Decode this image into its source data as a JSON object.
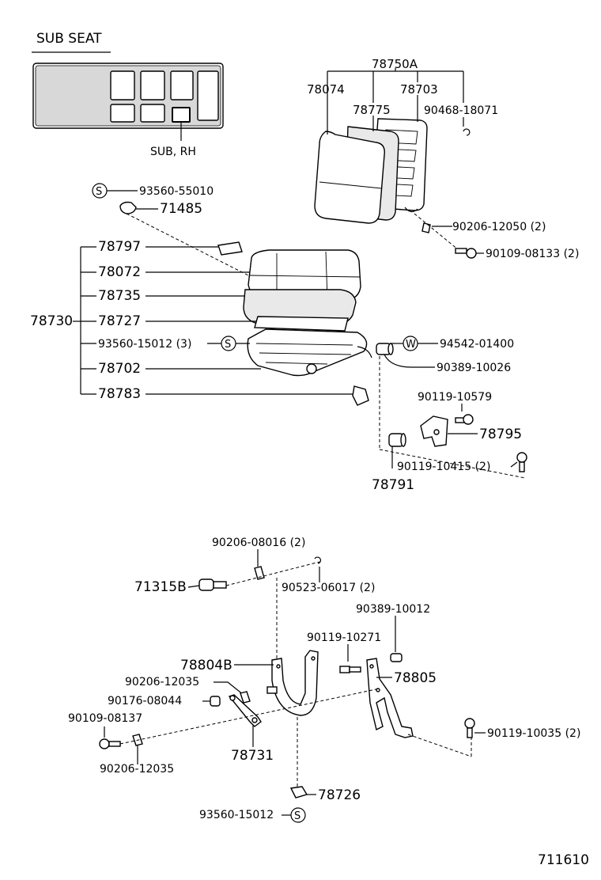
{
  "header": {
    "title": "SUB SEAT",
    "sub_label": "SUB, RH"
  },
  "footer": {
    "figure_id": "711610"
  },
  "symbols": {
    "s": "S",
    "w": "W"
  },
  "labels": {
    "p78750A": "78750A",
    "p78074": "78074",
    "p78703": "78703",
    "p78775": "78775",
    "p90468": "90468-18071",
    "p93560_55010": "93560-55010",
    "p71485": "71485",
    "p90206_12050": "90206-12050 (2)",
    "p90109_08133": "90109-08133 (2)",
    "p78797": "78797",
    "p78072": "78072",
    "p78735": "78735",
    "p78730": "78730",
    "p78727": "78727",
    "p93560_15012_3": "93560-15012 (3)",
    "p94542": "94542-01400",
    "p78702": "78702",
    "p90389_10026": "90389-10026",
    "p78783": "78783",
    "p90119_10579": "90119-10579",
    "p78795": "78795",
    "p90119_10415": "90119-10415 (2)",
    "p78791": "78791",
    "p90206_08016": "90206-08016 (2)",
    "p71315B": "71315B",
    "p90523": "90523-06017 (2)",
    "p90389_10012": "90389-10012",
    "p90119_10271": "90119-10271",
    "p78804B": "78804B",
    "p78805": "78805",
    "p90206_12035a": "90206-12035",
    "p90176": "90176-08044",
    "p90109_08137": "90109-08137",
    "p78731": "78731",
    "p90119_10035": "90119-10035 (2)",
    "p90206_12035b": "90206-12035",
    "p78726": "78726",
    "p93560_15012": "93560-15012"
  }
}
